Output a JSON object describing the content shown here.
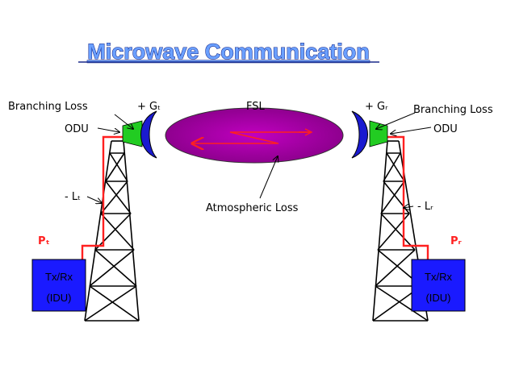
{
  "title": "Microwave Communication",
  "labels": {
    "branching_loss_left": "Branching Loss",
    "branching_loss_right": "Branching Loss",
    "gain_tx": "+ Gₜ",
    "gain_rx": "+ Gᵣ",
    "fsl": "FSL",
    "odu_left": "ODU",
    "odu_right": "ODU",
    "line_loss_tx": "- Lₜ",
    "line_loss_rx": "- Lᵣ",
    "atmospheric_loss": "Atmospheric Loss",
    "power_tx": "Pₜ",
    "power_rx": "Pᵣ"
  },
  "boxes": {
    "left": {
      "line1": "Tx/Rx",
      "line2": "(IDU)"
    },
    "right": {
      "line1": "Tx/Rx",
      "line2": "(IDU)"
    }
  },
  "colors": {
    "title_fill": "#6aa0ff",
    "idu_box": "#1a1aff",
    "feeder_line": "#ff2020",
    "ellipse_fill": "#a000a0",
    "dish_blue": "#1a1ad0",
    "feed_green": "#22cc22"
  }
}
